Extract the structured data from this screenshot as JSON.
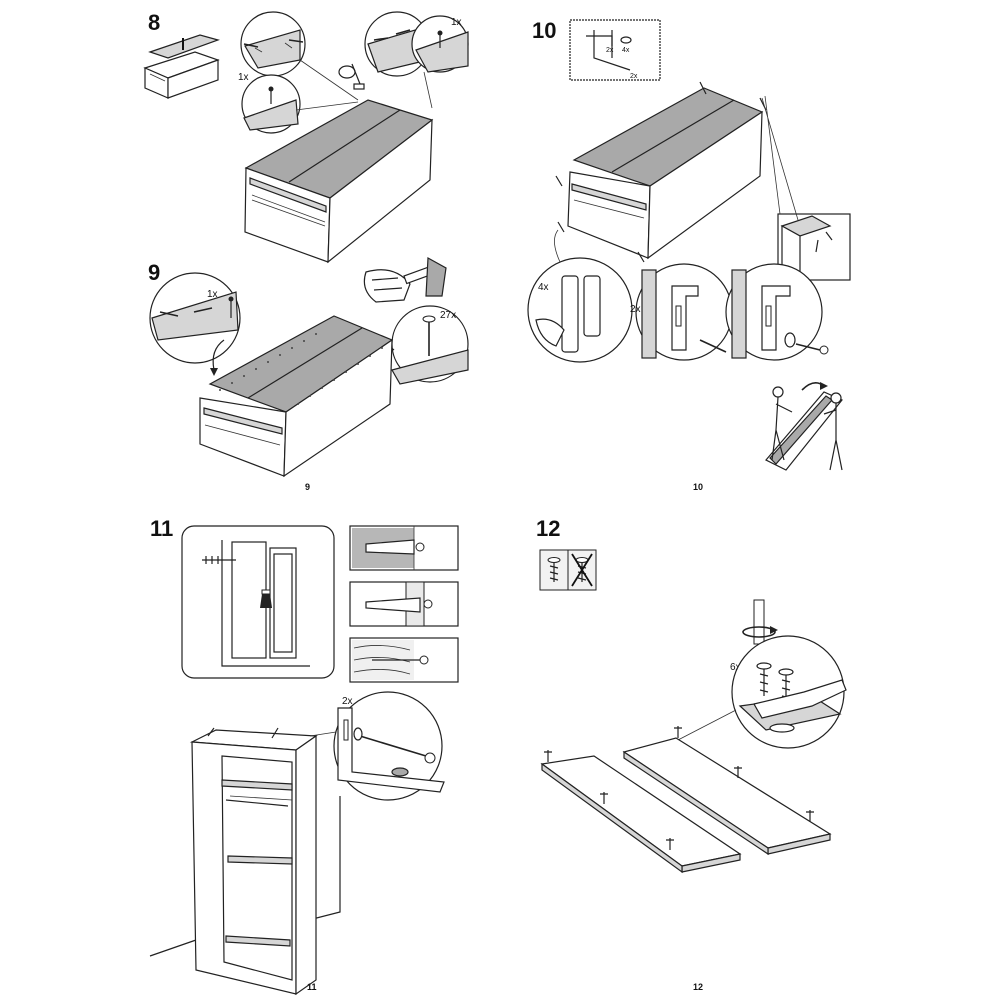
{
  "steps": [
    {
      "number": "8",
      "page": "9",
      "counts": [
        "1x",
        "1x"
      ]
    },
    {
      "number": "9",
      "page": "9",
      "counts": [
        "1x",
        "27x"
      ]
    },
    {
      "number": "10",
      "page": "10",
      "counts": [
        "2x",
        "4x",
        "2x",
        "4x",
        "2x"
      ]
    },
    {
      "number": "11",
      "page": "11",
      "counts": [
        "2x"
      ]
    },
    {
      "number": "12",
      "page": "12",
      "counts": [
        "6x"
      ]
    }
  ]
}
